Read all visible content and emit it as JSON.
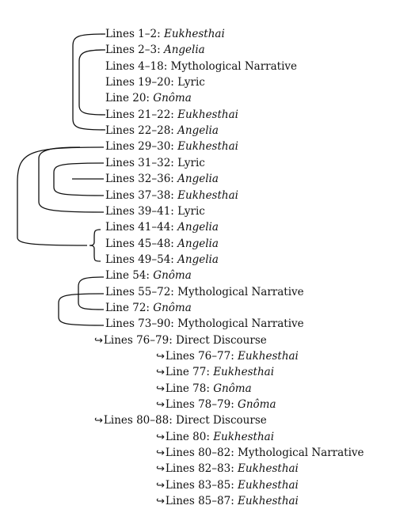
{
  "rows": [
    {
      "label": "Lines 1–2: ",
      "term": "Eukhesthai",
      "italic": true,
      "arrow": ""
    },
    {
      "label": "Lines 2–3: ",
      "term": "Angelia",
      "italic": true,
      "arrow": ""
    },
    {
      "label": "Lines 4–18: ",
      "term": "Mythological Narrative",
      "italic": false,
      "arrow": ""
    },
    {
      "label": "Lines 19–20: ",
      "term": "Lyric",
      "italic": false,
      "arrow": ""
    },
    {
      "label": "Line 20: ",
      "term": "Gnôma",
      "italic": true,
      "arrow": ""
    },
    {
      "label": "Lines 21–22: ",
      "term": "Eukhesthai",
      "italic": true,
      "arrow": ""
    },
    {
      "label": "Lines 22–28: ",
      "term": "Angelia",
      "italic": true,
      "arrow": ""
    },
    {
      "label": "Lines 29–30: ",
      "term": "Eukhesthai",
      "italic": true,
      "arrow": ""
    },
    {
      "label": "Lines 31–32: ",
      "term": "Lyric",
      "italic": false,
      "arrow": ""
    },
    {
      "label": "Lines 32–36: ",
      "term": "Angelia",
      "italic": true,
      "arrow": ""
    },
    {
      "label": "Lines 37–38: ",
      "term": "Eukhesthai",
      "italic": true,
      "arrow": ""
    },
    {
      "label": "Lines 39–41: ",
      "term": "Lyric",
      "italic": false,
      "arrow": ""
    },
    {
      "label": "Lines 41–44: ",
      "term": "Angelia",
      "italic": true,
      "arrow": ""
    },
    {
      "label": "Lines 45–48: ",
      "term": "Angelia",
      "italic": true,
      "arrow": ""
    },
    {
      "label": "Lines 49–54: ",
      "term": "Angelia",
      "italic": true,
      "arrow": ""
    },
    {
      "label": "Line 54: ",
      "term": "Gnôma",
      "italic": true,
      "arrow": ""
    },
    {
      "label": "Lines 55–72: ",
      "term": "Mythological Narrative",
      "italic": false,
      "arrow": ""
    },
    {
      "label": "Line 72: ",
      "term": "Gnôma",
      "italic": true,
      "arrow": ""
    },
    {
      "label": "Lines 73–90: ",
      "term": "Mythological Narrative",
      "italic": false,
      "arrow": ""
    },
    {
      "label": "Lines 76–79: ",
      "term": "Direct Discourse",
      "italic": false,
      "arrow": "↪"
    },
    {
      "label": "Lines 76–77: ",
      "term": "Eukhesthai",
      "italic": true,
      "arrow": "↪"
    },
    {
      "label": "Line 77: ",
      "term": "Eukhesthai",
      "italic": true,
      "arrow": "↪"
    },
    {
      "label": "Line 78: ",
      "term": "Gnôma",
      "italic": true,
      "arrow": "↪"
    },
    {
      "label": "Lines 78–79: ",
      "term": "Gnôma",
      "italic": true,
      "arrow": "↪"
    },
    {
      "label": "Lines 80–88: ",
      "term": "Direct Discourse",
      "italic": false,
      "arrow": "↪"
    },
    {
      "label": "Line 80: ",
      "term": "Eukhesthai",
      "italic": true,
      "arrow": "↪"
    },
    {
      "label": "Lines 80–82: ",
      "term": "Mythological Narrative",
      "italic": false,
      "arrow": "↪"
    },
    {
      "label": "Lines 82–83: ",
      "term": "Eukhesthai",
      "italic": true,
      "arrow": "↪"
    },
    {
      "label": "Lines 83–85: ",
      "term": "Eukhesthai",
      "italic": true,
      "arrow": "↪"
    },
    {
      "label": "Lines 85–87: ",
      "term": "Eukhesthai",
      "italic": true,
      "arrow": "↪"
    }
  ]
}
